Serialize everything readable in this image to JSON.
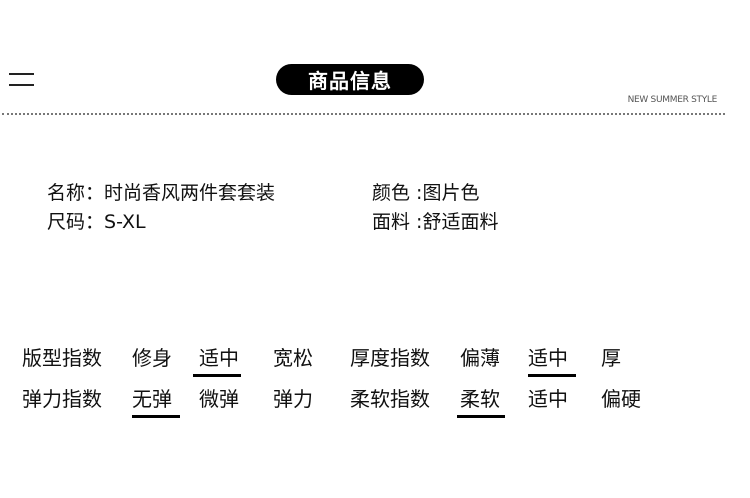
{
  "header": {
    "title": "商品信息",
    "tagline": "NEW SUMMER STYLE",
    "menu_icon": "hamburger-icon"
  },
  "info": {
    "name": {
      "label": "名称：",
      "value": "时尚香风两件套套装"
    },
    "color": {
      "label": "颜色 :",
      "value": "图片色"
    },
    "size": {
      "label": "尺码：",
      "value": "S-XL"
    },
    "fabric": {
      "label": "面料 :",
      "value": "舒适面料"
    }
  },
  "indices": [
    {
      "label": "版型指数",
      "options": [
        "修身",
        "适中",
        "宽松"
      ],
      "selected": 1
    },
    {
      "label": "厚度指数",
      "options": [
        "偏薄",
        "适中",
        "厚"
      ],
      "selected": 1
    },
    {
      "label": "弹力指数",
      "options": [
        "无弹",
        "微弹",
        "弹力"
      ],
      "selected": 0
    },
    {
      "label": "柔软指数",
      "options": [
        "柔软",
        "适中",
        "偏硬"
      ],
      "selected": 0
    }
  ]
}
